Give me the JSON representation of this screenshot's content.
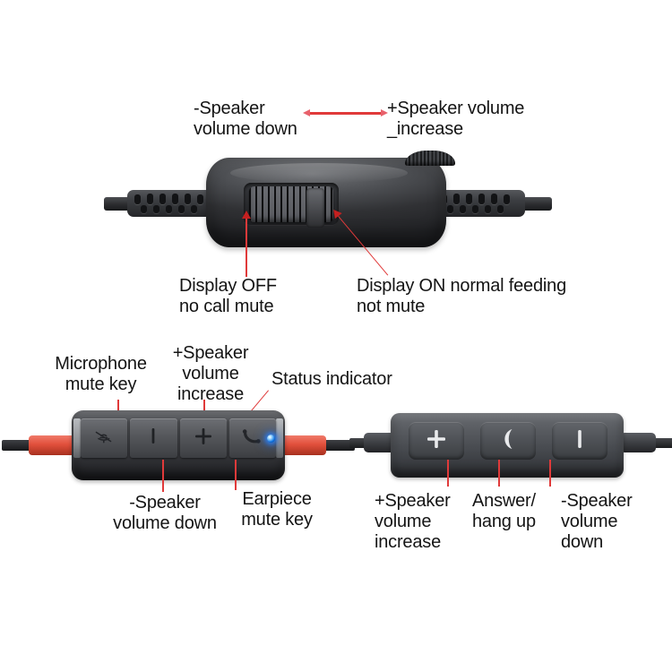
{
  "page": {
    "background_color": "#ffffff",
    "annotation_color": "#e03a3a",
    "text_color": "#141414"
  },
  "top_module": {
    "name": "inline-slider-volume-control",
    "labels": {
      "volume_down": "-Speaker\nvolume down",
      "volume_up": "+Speaker volume\n_increase",
      "display_off": "Display OFF\nno call mute",
      "display_on": "Display ON normal feeding\nnot mute"
    },
    "icons": {
      "slider": "slider-switch-icon",
      "knob": "knurled-knob-icon",
      "boot_left": "cable-strain-relief-icon",
      "boot_right": "cable-strain-relief-icon",
      "arrow_double": "double-headed-arrow-icon"
    }
  },
  "mid_left_module": {
    "name": "four-button-inline-control",
    "labels": {
      "mic_mute": "Microphone\nmute key",
      "volume_up": "+Speaker\nvolume\nincrease",
      "status_indicator": "Status indicator",
      "volume_down": "-Speaker\nvolume down",
      "earpiece_mute": "Earpiece\nmute key"
    },
    "buttons": [
      {
        "key": "mic-mute-key",
        "icon": "microphone-muted-icon",
        "glyph": ""
      },
      {
        "key": "volume-down-key",
        "icon": "minus-bar-icon",
        "glyph": "|"
      },
      {
        "key": "volume-up-key",
        "icon": "plus-icon",
        "glyph": "+"
      },
      {
        "key": "earpiece-mute-key",
        "icon": "handset-icon",
        "glyph": ""
      }
    ],
    "led": {
      "name": "status-led",
      "color": "#1e7ef0",
      "state": "on"
    }
  },
  "mid_right_module": {
    "name": "three-button-inline-control",
    "labels": {
      "volume_up": "+Speaker\nvolume\nincrease",
      "answer": "Answer/\nhang up",
      "volume_down": "-Speaker\nvolume\ndown"
    },
    "buttons": [
      {
        "key": "volume-up-key",
        "icon": "plus-icon",
        "glyph": "+"
      },
      {
        "key": "answer-hangup-key",
        "icon": "handset-crescent-icon",
        "glyph": ""
      },
      {
        "key": "volume-down-key",
        "icon": "bar-icon",
        "glyph": "|"
      }
    ]
  }
}
